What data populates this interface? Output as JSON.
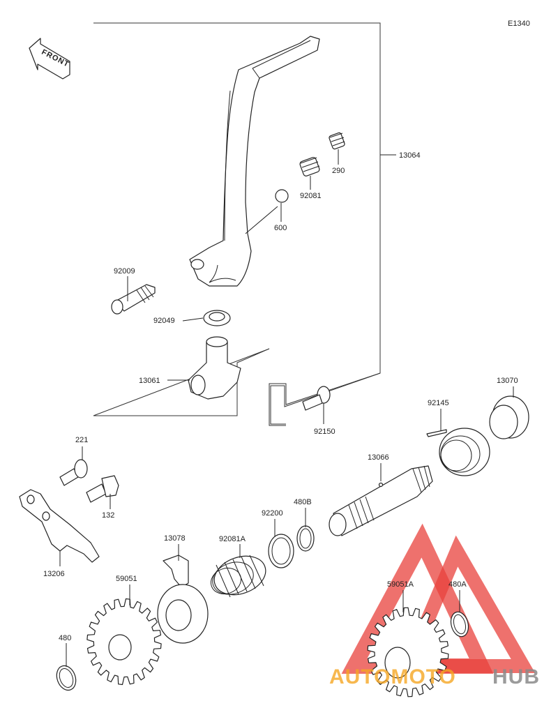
{
  "diagram_code": "E1340",
  "front_label": "FRONT",
  "watermark": {
    "text_a": "AUTOMOTO",
    "text_b": "HUB",
    "color_red": "#e8413c",
    "color_orange": "#f5a623",
    "color_gray": "#8a8a8a"
  },
  "part_labels": {
    "p13064": "13064",
    "p290": "290",
    "p92081": "92081",
    "p600": "600",
    "p92009": "92009",
    "p92049": "92049",
    "p13061": "13061",
    "p92150": "92150",
    "p13070": "13070",
    "p92145": "92145",
    "p13066": "13066",
    "p221": "221",
    "p132": "132",
    "p13206": "13206",
    "p92200": "92200",
    "p480B": "480B",
    "p13078": "13078",
    "p92081A": "92081A",
    "p59051": "59051",
    "p59051A": "59051A",
    "p480A": "480A",
    "p480": "480"
  }
}
